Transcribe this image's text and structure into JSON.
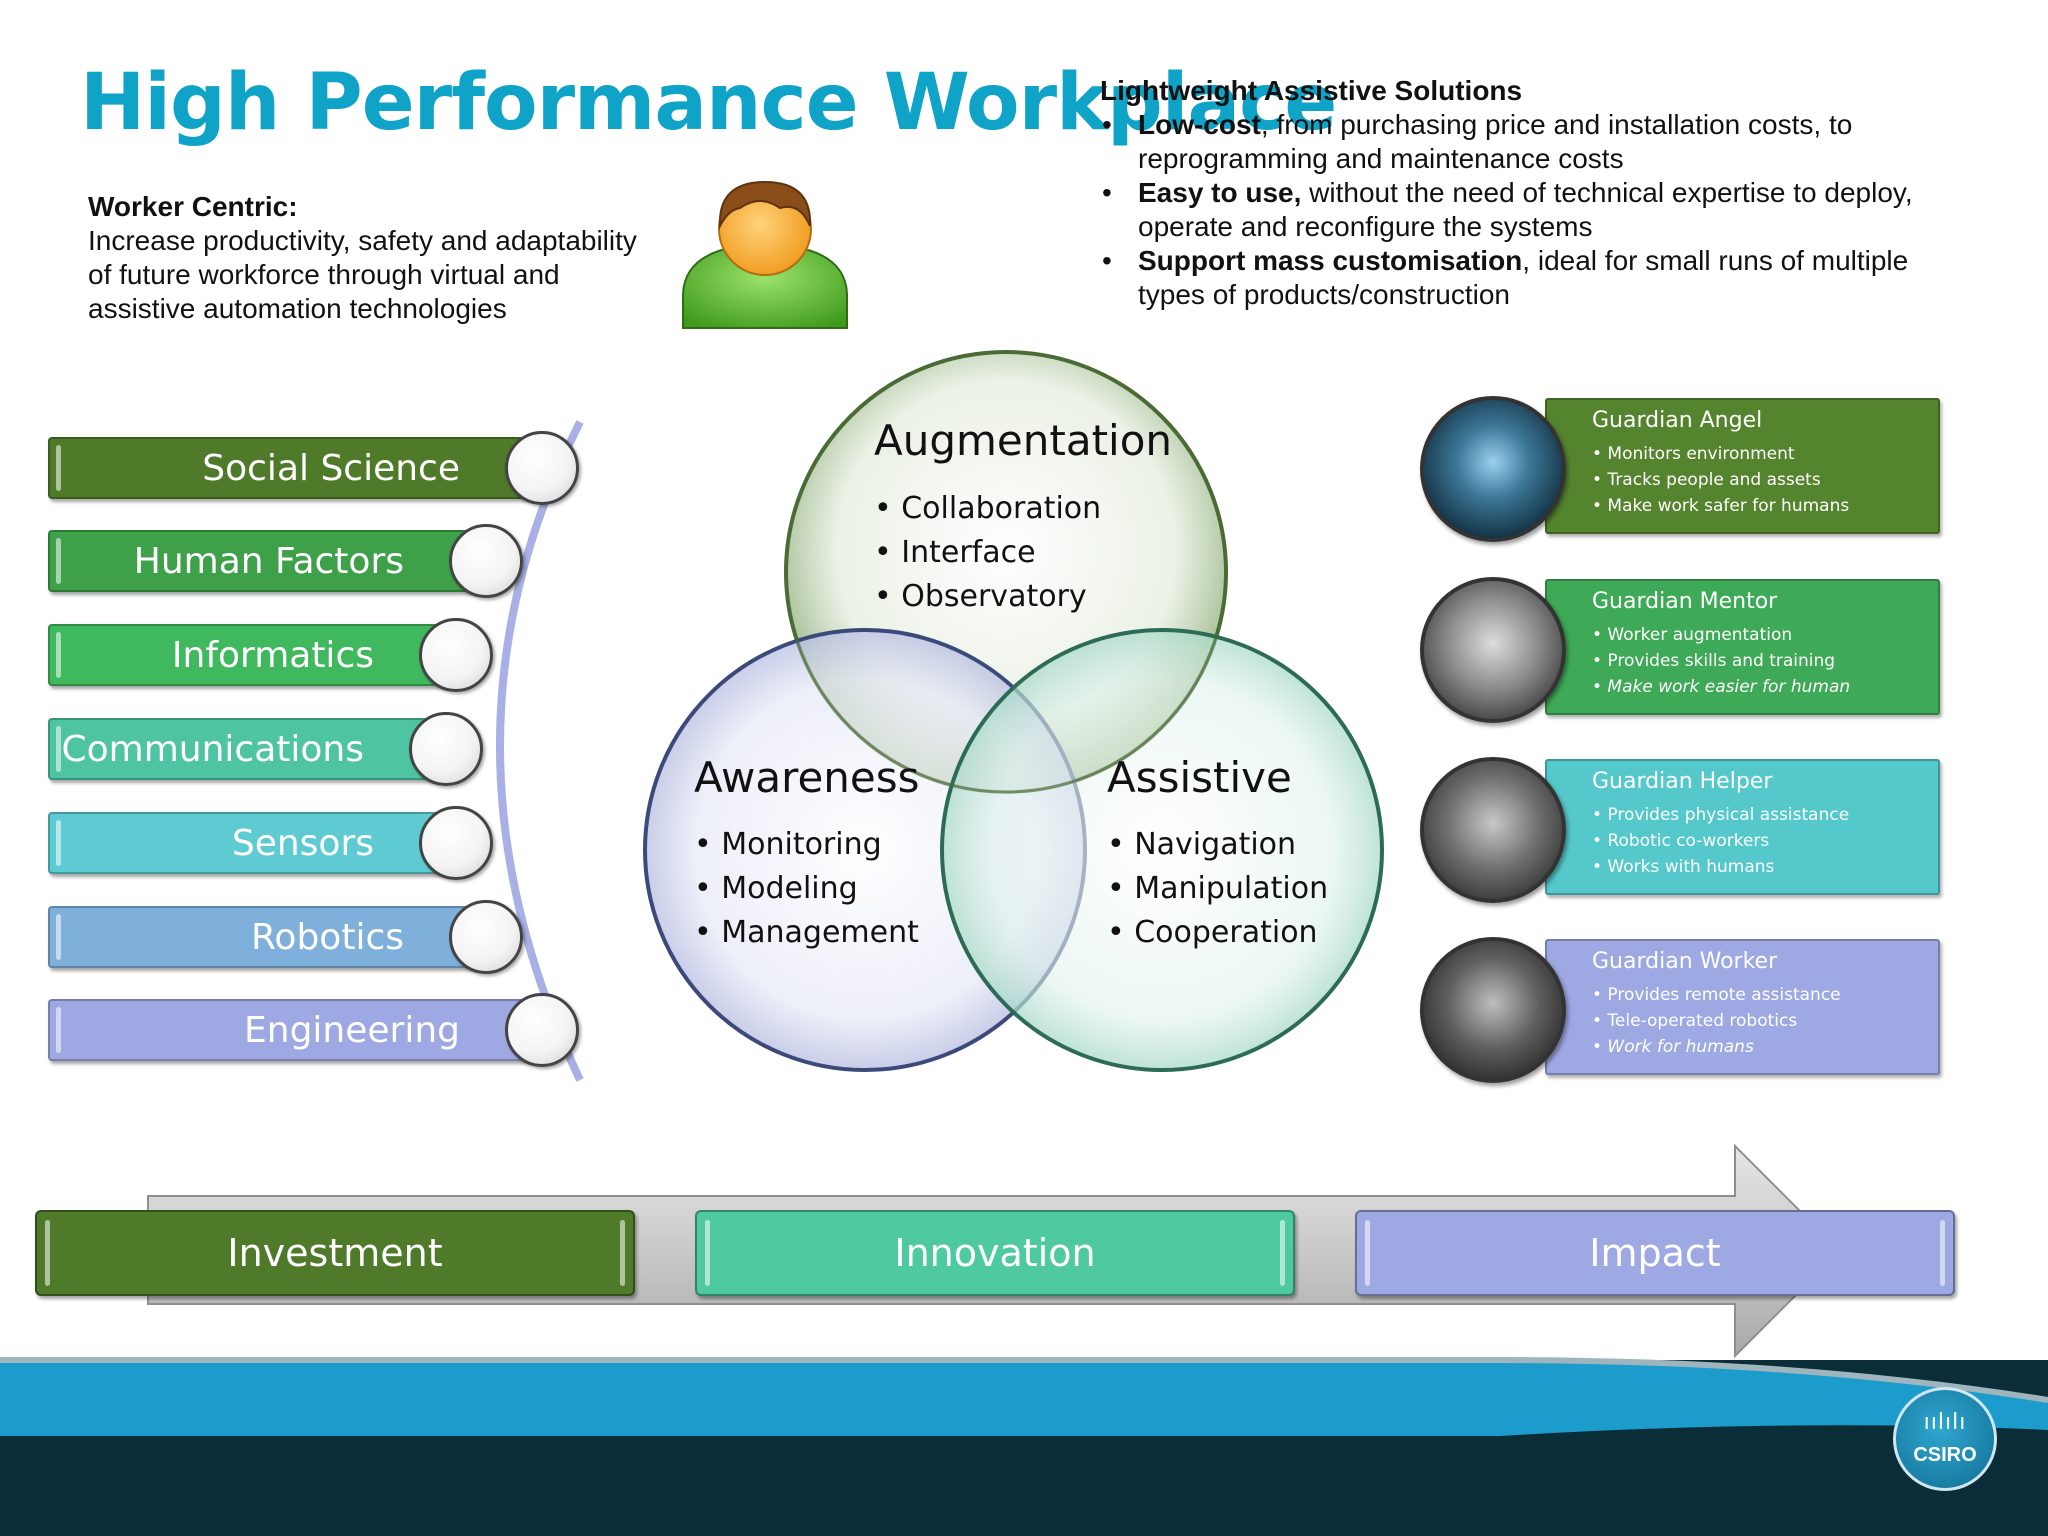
{
  "title": "High Performance Workplace",
  "worker": {
    "heading": "Worker Centric:",
    "text": "Increase productivity, safety and adaptability of future workforce through virtual and assistive automation technologies"
  },
  "lightweight": {
    "heading": "Lightweight Assistive Solutions",
    "items": [
      {
        "bold": "Low-cost",
        "rest": ", from purchasing price and installation costs, to reprogramming and maintenance costs"
      },
      {
        "bold": "Easy to use,",
        "rest": " without the need of technical expertise to deploy, operate and reconfigure the systems"
      },
      {
        "bold": "Support mass customisation",
        "rest": ", ideal for small runs of multiple types of products/construction"
      }
    ]
  },
  "disciplines": [
    {
      "label": "Social Science",
      "color": "#4e7a2a"
    },
    {
      "label": "Human Factors",
      "color": "#3ea149"
    },
    {
      "label": "Informatics",
      "color": "#3fb85e"
    },
    {
      "label": "Communications",
      "color": "#4ec4a3"
    },
    {
      "label": "Sensors",
      "color": "#5ecbd2"
    },
    {
      "label": "Robotics",
      "color": "#7fb0db"
    },
    {
      "label": "Engineering",
      "color": "#9ea8e2"
    }
  ],
  "venn": {
    "augmentation": {
      "title": "Augmentation",
      "items": [
        "• Collaboration",
        "• Interface",
        "• Observatory"
      ]
    },
    "awareness": {
      "title": "Awareness",
      "items": [
        "• Monitoring",
        "• Modeling",
        "• Management"
      ]
    },
    "assistive": {
      "title": "Assistive",
      "items": [
        "• Navigation",
        "• Manipulation",
        "• Cooperation"
      ]
    }
  },
  "guardians": [
    {
      "title": "Guardian Angel",
      "color": "#55842e",
      "items": [
        "• Monitors environment",
        "• Tracks people and assets",
        "• Make work safer for humans"
      ]
    },
    {
      "title": "Guardian Mentor",
      "color": "#3eaa57",
      "items": [
        "• Worker augmentation",
        "• Provides skills and training",
        "• Make work easier for human"
      ]
    },
    {
      "title": "Guardian Helper",
      "color": "#55c8cc",
      "items": [
        "• Provides physical assistance",
        "• Robotic co-workers",
        "• Works with humans"
      ]
    },
    {
      "title": "Guardian Worker",
      "color": "#9ea8e2",
      "items": [
        "• Provides remote assistance",
        "• Tele-operated robotics",
        "• Work for humans"
      ]
    }
  ],
  "stages": [
    {
      "label": "Investment",
      "color": "#4e7a2a"
    },
    {
      "label": "Innovation",
      "color": "#4ec9a0"
    },
    {
      "label": "Impact",
      "color": "#9ea8e2"
    }
  ],
  "logo": {
    "text": "CSIRO"
  },
  "colors": {
    "title": "#0fa3c7",
    "footer_blue": "#1b9ccc",
    "footer_dark": "#0a2a35"
  }
}
